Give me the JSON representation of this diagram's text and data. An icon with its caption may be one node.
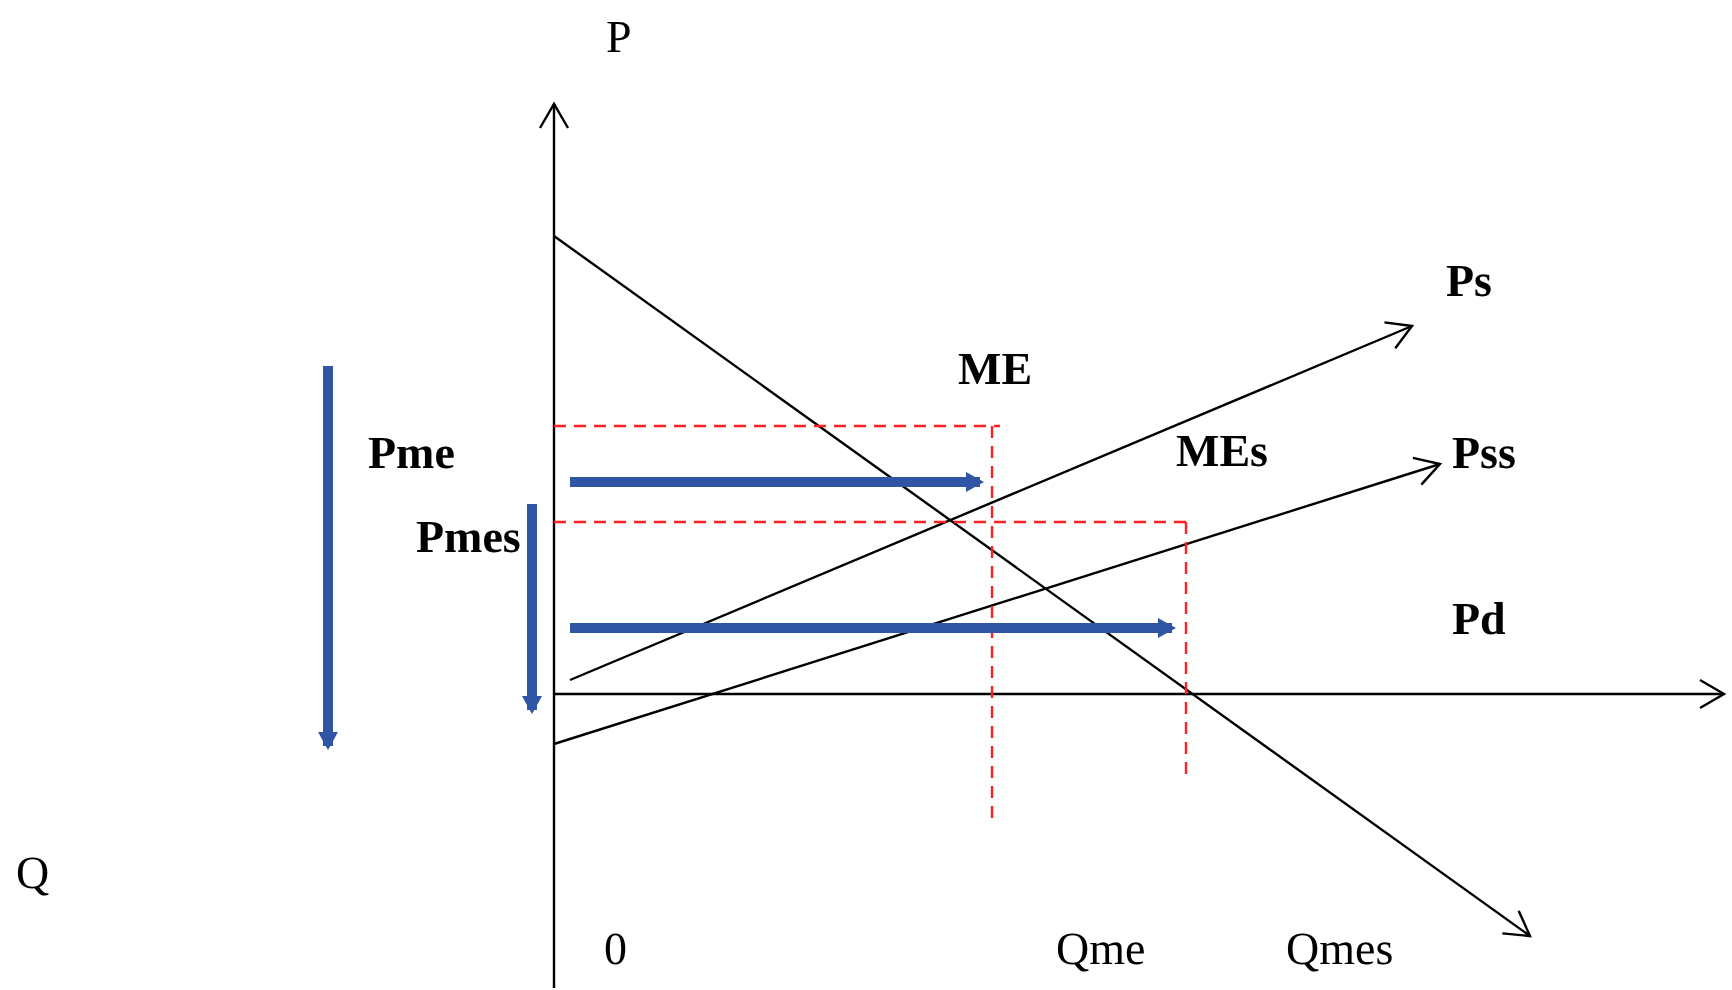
{
  "diagram": {
    "labels": [
      "P",
      "Ps",
      "ME",
      "Pme",
      "MEs",
      "Pss",
      "Pmes",
      "Pd",
      "Q",
      "0",
      "Qme",
      "Qmes"
    ]
  }
}
